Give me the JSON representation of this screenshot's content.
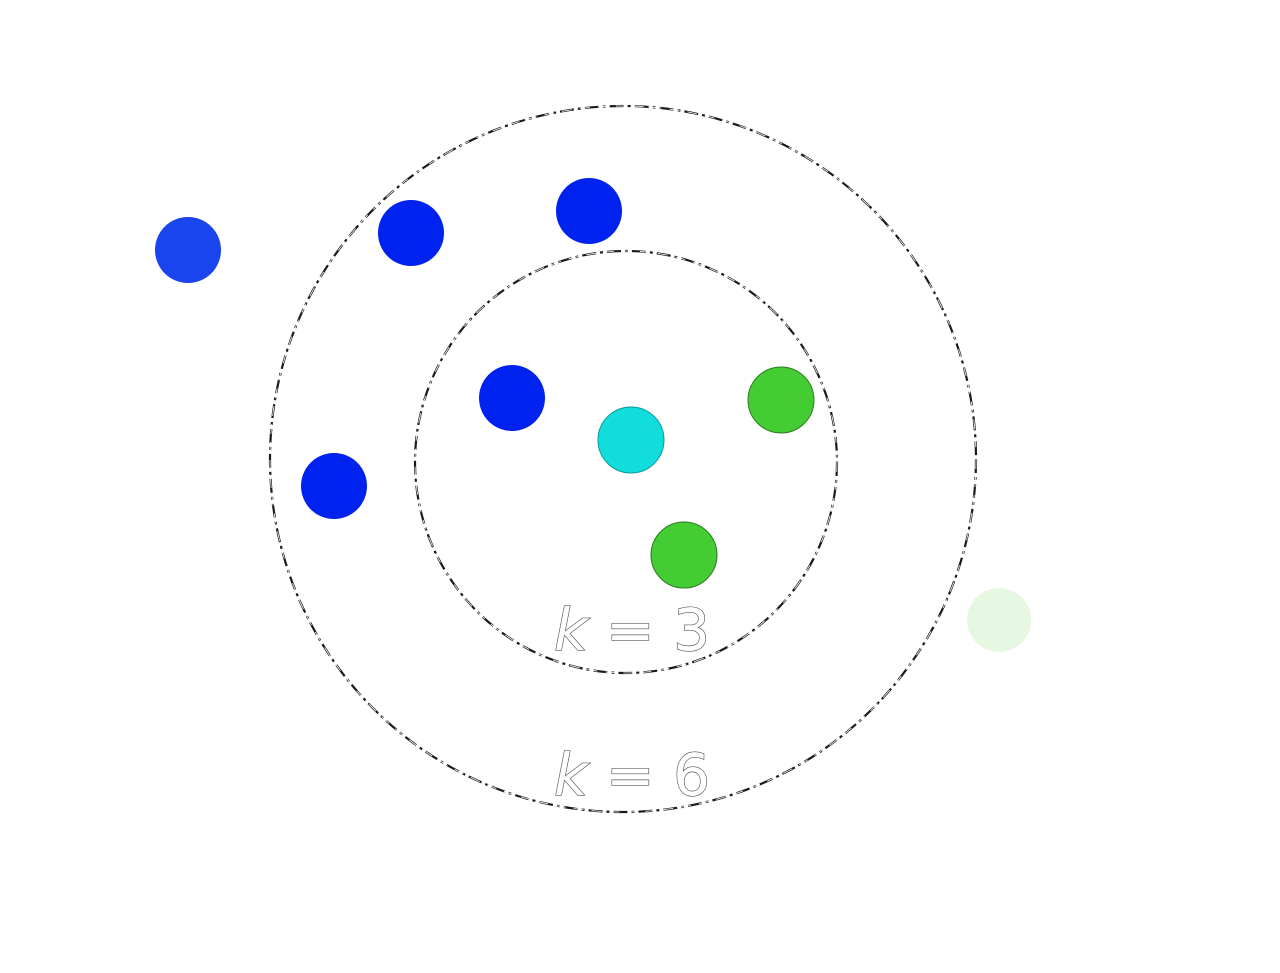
{
  "diagram": {
    "rings": [
      {
        "id": "k3",
        "label_var": "k",
        "label_eq": " = 3"
      },
      {
        "id": "k6",
        "label_var": "k",
        "label_eq": " = 6"
      }
    ],
    "colors": {
      "class_blue": "#0022ee",
      "class_blue_outlier": "#1a44ee",
      "class_green": "#44cc33",
      "class_green_faded": "#e6f7e2",
      "query_point": "#11dddd",
      "ring_stroke": "#1a1a1a"
    },
    "points": [
      {
        "name": "blue-point-1",
        "class": "blue"
      },
      {
        "name": "blue-point-2",
        "class": "blue"
      },
      {
        "name": "blue-point-3",
        "class": "blue"
      },
      {
        "name": "blue-point-4",
        "class": "blue"
      },
      {
        "name": "blue-point-5",
        "class": "blue"
      },
      {
        "name": "green-point-1",
        "class": "green"
      },
      {
        "name": "green-point-2",
        "class": "green"
      },
      {
        "name": "green-point-3",
        "class": "green"
      },
      {
        "name": "query-point",
        "class": "query"
      }
    ]
  }
}
